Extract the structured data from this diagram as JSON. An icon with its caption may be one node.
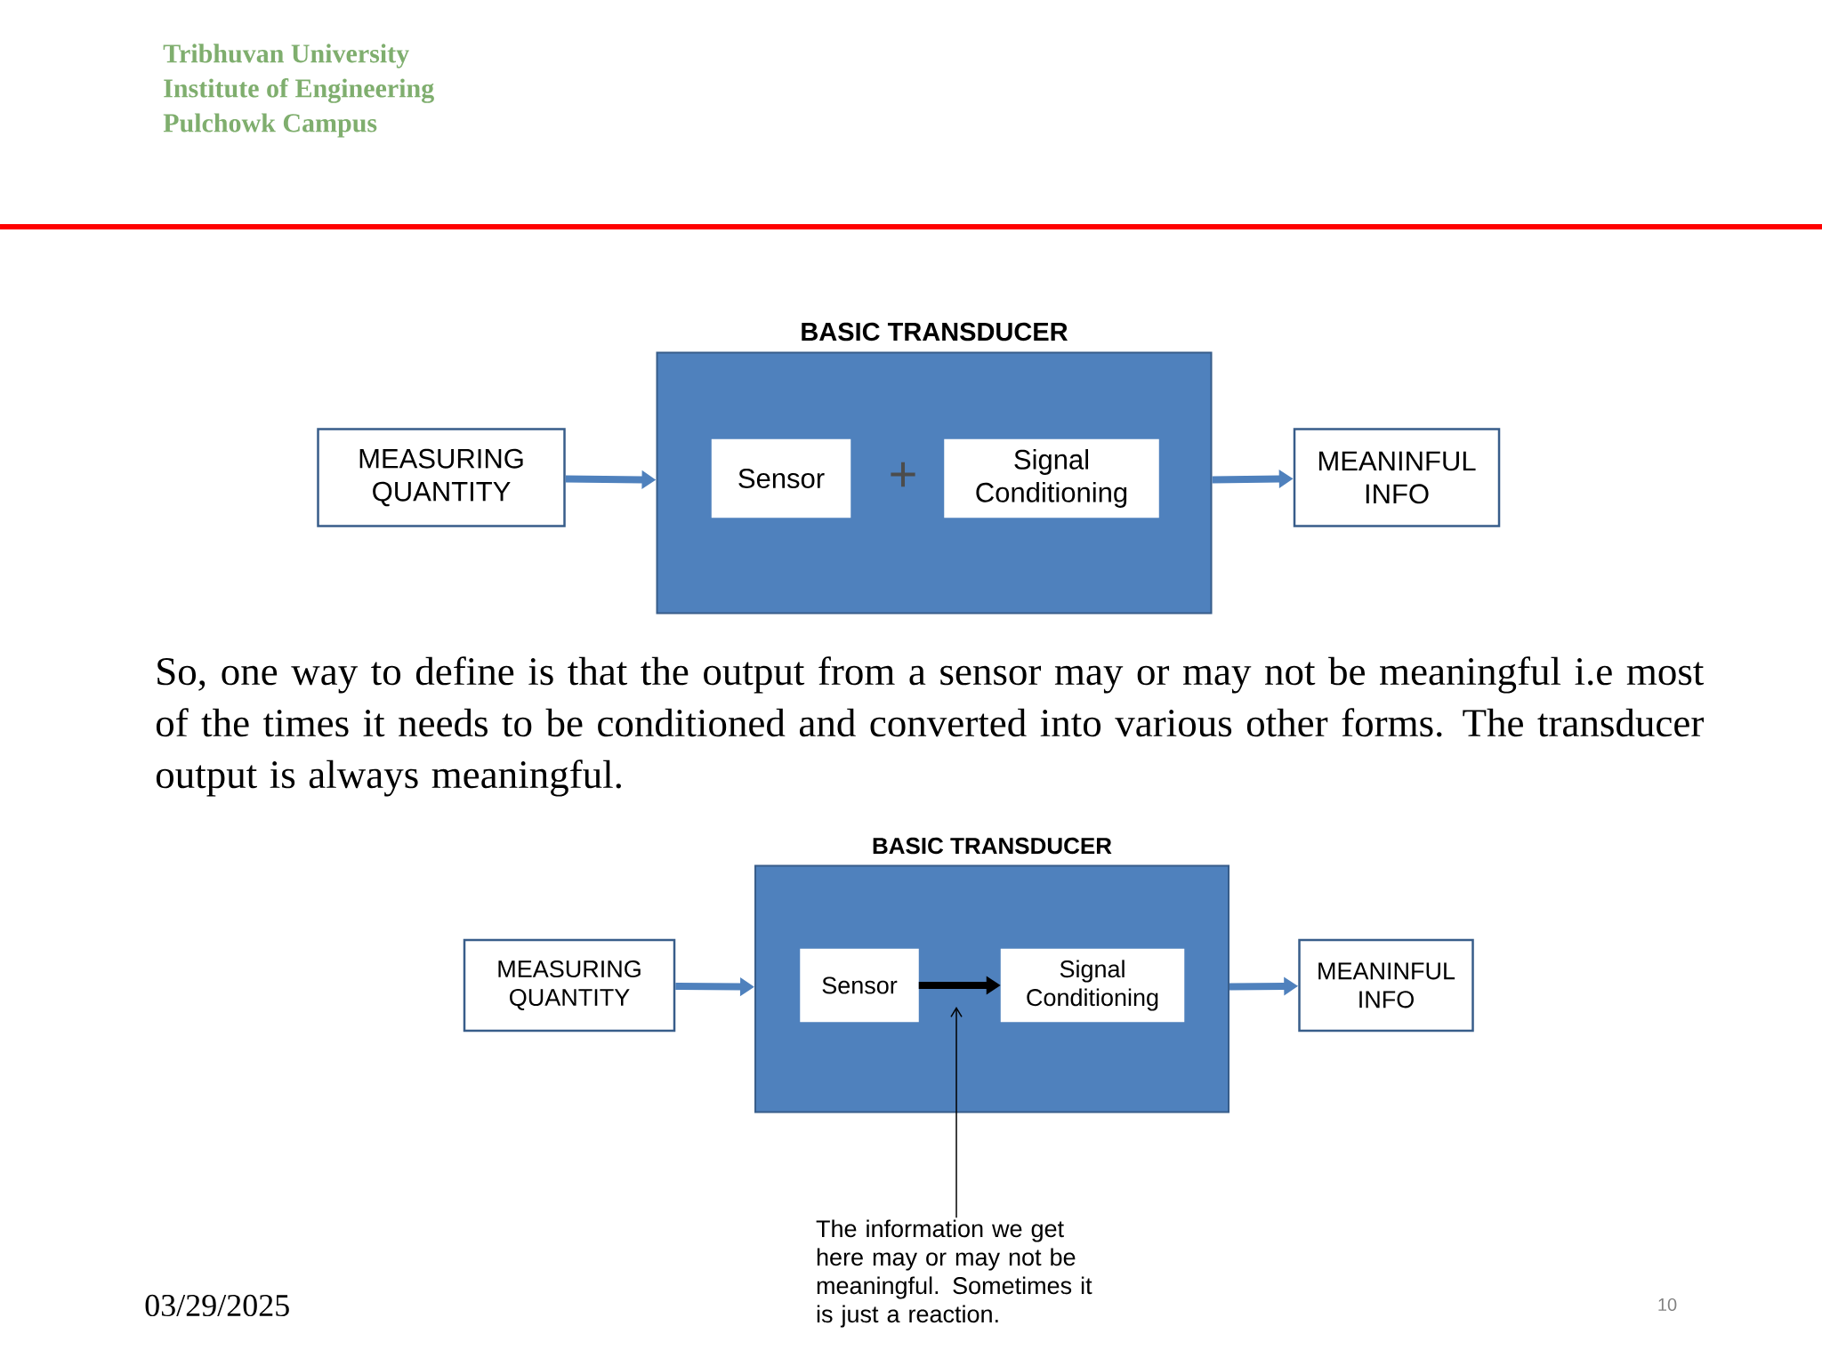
{
  "diagram": {
    "nodes": [
      {
        "text": [
          "BASIC TRANSDUCER"
        ]
      },
      {
        "text": [
          "MEASURING QUANTITY"
        ]
      },
      {
        "text": [
          "Sensor"
        ],
        "in": 0
      },
      {
        "text": [
          "Signal Conditioning"
        ],
        "in": 0
      },
      {
        "text": [
          "MEANINFUL INFO"
        ]
      },
      {
        "text": [
          "BASIC TRANSDUCER"
        ]
      },
      {
        "text": [
          "MEASURING QUANTITY"
        ]
      },
      {
        "text": [
          "Sensor"
        ],
        "in": 5
      },
      {
        "text": [
          "Signal Conditioning"
        ],
        "in": 5
      },
      {
        "text": [
          "MEANINFUL INFO"
        ]
      },
      {
        "text": [
          "The information we get here may or may not be meaningful. Sometimes it is just a reaction."
        ]
      }
    ],
    "edges": [
      {
        "from": 1,
        "to": 0,
        "arrow": "to"
      },
      {
        "from": 0,
        "to": 4,
        "arrow": "to"
      },
      {
        "from": 6,
        "to": 5,
        "arrow": "to"
      },
      {
        "from": 7,
        "to": 8,
        "arrow": "to",
        "color": "#000000"
      },
      {
        "from": 5,
        "to": 9,
        "arrow": "to"
      },
      {
        "from": 10,
        "to": null,
        "arrow": "to",
        "color": "#000000"
      }
    ],
    "labels": [
      "Tribhuvan University",
      "Institute of  Engineering",
      "Pulchowk Campus",
      "+",
      "So, one way to define is that the output from a sensor may or may not be meaningful i.e most of the times it needs to be conditioned and converted into various other forms. The transducer output is always meaningful.",
      "03/29/2025",
      "10"
    ]
  }
}
